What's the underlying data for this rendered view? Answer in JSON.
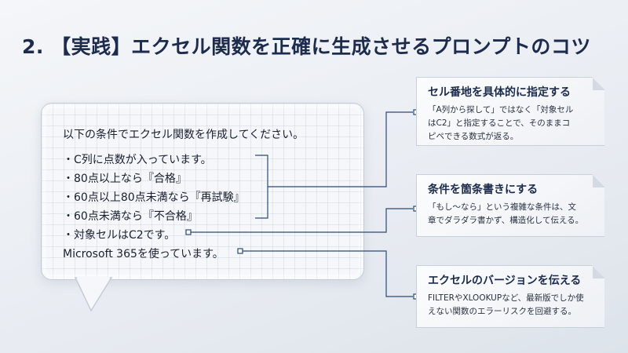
{
  "title": "2. 【実践】エクセル関数を正確に生成させるプロンプトのコツ",
  "prompt": {
    "intro": "以下の条件でエクセル関数を作成してください。",
    "items": [
      "・C列に点数が入っています。",
      "・80点以上なら『合格』",
      "・60点以上80点未満なら『再試験』",
      "・60点未満なら『不合格』",
      "・対象セルはC2です。"
    ],
    "closing": "Microsoft 365を使っています。"
  },
  "tips": [
    {
      "title": "セル番地を具体的に指定する",
      "body_lines": [
        "「A列から探して」ではなく「対象セル",
        "はC2」と指定することで、そのままコ",
        "ピペできる数式が返る。"
      ]
    },
    {
      "title": "条件を箇条書きにする",
      "body_lines": [
        "「もし〜なら」という複雑な条件は、文",
        "章でダラダラ書かず、構造化して伝える。"
      ]
    },
    {
      "title": "エクセルのバージョンを伝える",
      "body_lines": [
        "FILTERやXLOOKUPなど、最新版でしか使",
        "えない関数のエラーリスクを回避する。"
      ]
    }
  ],
  "colors": {
    "title": "#1d2b4c",
    "connector": "#2c4a74"
  }
}
